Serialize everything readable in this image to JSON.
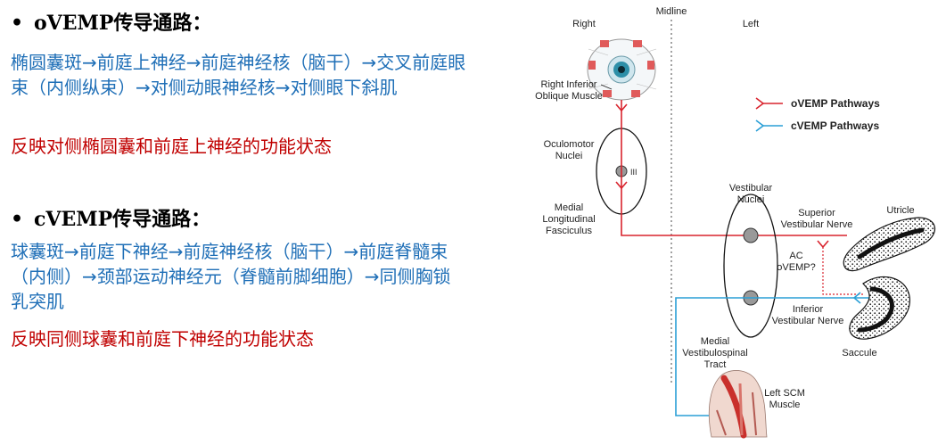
{
  "ovemp": {
    "bullet": "•",
    "title": "oVEMP传导通路：",
    "path": "椭圆囊斑→前庭上神经→前庭神经核（脑干）→交叉前庭眼束（内侧纵束）→对侧动眼神经核→对侧眼下斜肌",
    "reflect": "反映对侧椭圆囊和前庭上神经的功能状态"
  },
  "cvemp": {
    "bullet": "•",
    "title": "cVEMP传导通路：",
    "path": "球囊斑→前庭下神经→前庭神经核（脑干）→前庭脊髓束（内侧）→颈部运动神经元（脊髓前脚细胞）→同侧胸锁乳突肌",
    "reflect": "反映同侧球囊和前庭下神经的功能状态"
  },
  "diagram": {
    "midline": "Midline",
    "right": "Right",
    "left": "Left",
    "rio_1": "Right Inferior",
    "rio_2": "Oblique Muscle",
    "oculomotor_1": "Oculomotor",
    "oculomotor_2": "Nuclei",
    "iii": "III",
    "mlf_1": "Medial",
    "mlf_2": "Longitudinal",
    "mlf_3": "Fasciculus",
    "vn_1": "Vestibular",
    "vn_2": "Nuclei",
    "svn_1": "Superior",
    "svn_2": "Vestibular Nerve",
    "ac_1": "AC",
    "ac_2": "oVEMP?",
    "ivn_1": "Inferior",
    "ivn_2": "Vestibular Nerve",
    "mvst_1": "Medial",
    "mvst_2": "Vestibulospinal",
    "mvst_3": "Tract",
    "scm_1": "Left SCM",
    "scm_2": "Muscle",
    "utricle": "Utricle",
    "saccule": "Saccule",
    "legend": [
      {
        "label": "oVEMP Pathways",
        "color": "#d9232d"
      },
      {
        "label": "cVEMP Pathways",
        "color": "#2a9fd6"
      }
    ],
    "colors": {
      "ovemp": "#d9232d",
      "cvemp": "#2a9fd6"
    }
  }
}
